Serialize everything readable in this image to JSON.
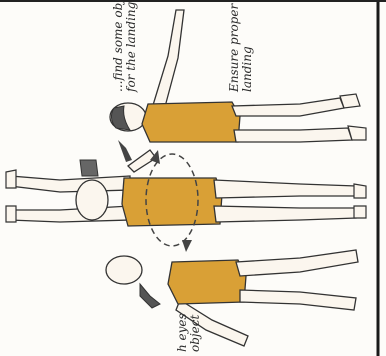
{
  "captions": {
    "find_object": [
      "...find some object",
      "for the landing"
    ],
    "ensure_landing": [
      "Ensure proper",
      "landing"
    ],
    "eyes_object": [
      "h eyes",
      "object"
    ]
  },
  "colors": {
    "leotard": "#d9a036",
    "leotard_shade": "#b9842a",
    "skin": "#fbf6ee",
    "outline": "#333333",
    "hair": "#444444",
    "rotation_arrow": "#444444",
    "floor_line": "#1a1a1a"
  }
}
